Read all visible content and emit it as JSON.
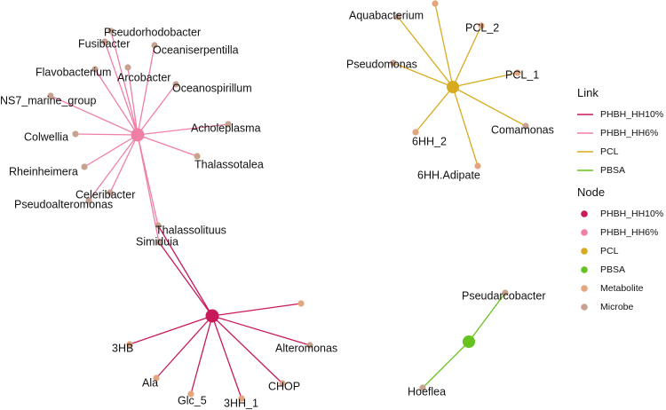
{
  "colors": {
    "PHBH_HH10%": "#c8195b",
    "PHBH_HH6%": "#f07fa6",
    "PCL": "#d8aa1e",
    "PBSA": "#66c21e",
    "Metabolite": "#e3a57d",
    "Microbe": "#c7a291"
  },
  "hubs": [
    {
      "id": "PHBH_HH6%"
    },
    {
      "id": "PHBH_HH10%"
    },
    {
      "id": "PCL"
    },
    {
      "id": "PBSA"
    }
  ],
  "nodes": [
    {
      "id": "pseudorhodobacter",
      "label": "Pseudorhodobacter",
      "kind": "Microbe",
      "hub": "PHBH_HH6%"
    },
    {
      "id": "fusibacter",
      "label": "Fusibacter",
      "kind": "Microbe",
      "hub": "PHBH_HH6%"
    },
    {
      "id": "oceaniserpentilla",
      "label": "Oceaniserpentilla",
      "kind": "Microbe",
      "hub": "PHBH_HH6%"
    },
    {
      "id": "flavobacterium",
      "label": "Flavobacterium",
      "kind": "Microbe",
      "hub": "PHBH_HH6%"
    },
    {
      "id": "arcobacter",
      "label": "Arcobacter",
      "kind": "Microbe",
      "hub": "PHBH_HH6%"
    },
    {
      "id": "oceanospirillum",
      "label": "Oceanospirillum",
      "kind": "Microbe",
      "hub": "PHBH_HH6%"
    },
    {
      "id": "ns7",
      "label": "NS7_marine_group",
      "kind": "Microbe",
      "hub": "PHBH_HH6%"
    },
    {
      "id": "acholeplasma",
      "label": "Acholeplasma",
      "kind": "Microbe",
      "hub": "PHBH_HH6%"
    },
    {
      "id": "colwellia",
      "label": "Colwellia",
      "kind": "Microbe",
      "hub": "PHBH_HH6%"
    },
    {
      "id": "thalassotalea",
      "label": "Thalassotalea",
      "kind": "Microbe",
      "hub": "PHBH_HH6%"
    },
    {
      "id": "rheinheimera",
      "label": "Rheinheimera",
      "kind": "Microbe",
      "hub": "PHBH_HH6%"
    },
    {
      "id": "celeribacter",
      "label": "Celeribacter",
      "kind": "Microbe",
      "hub": "PHBH_HH6%"
    },
    {
      "id": "pseudoalteromonas",
      "label": "Pseudoalteromonas",
      "kind": "Microbe",
      "hub": "PHBH_HH6%"
    },
    {
      "id": "thalassolituus",
      "label": "Thalassolituus",
      "kind": "Microbe",
      "hub": "PHBH_HH6%",
      "hub2": "PHBH_HH10%"
    },
    {
      "id": "simiduia",
      "label": "Simiduia",
      "kind": "Microbe",
      "hub": "PHBH_HH6%",
      "hub2": "PHBH_HH10%"
    },
    {
      "id": "met10",
      "label": "",
      "kind": "Metabolite",
      "hub": "PHBH_HH10%"
    },
    {
      "id": "3hb",
      "label": "3HB",
      "kind": "Metabolite",
      "hub": "PHBH_HH10%"
    },
    {
      "id": "alteromonas",
      "label": "Alteromonas",
      "kind": "Microbe",
      "hub": "PHBH_HH10%"
    },
    {
      "id": "ala",
      "label": "Ala",
      "kind": "Metabolite",
      "hub": "PHBH_HH10%"
    },
    {
      "id": "chop",
      "label": "CHOP",
      "kind": "Metabolite",
      "hub": "PHBH_HH10%"
    },
    {
      "id": "glc5",
      "label": "Glc_5",
      "kind": "Metabolite",
      "hub": "PHBH_HH10%"
    },
    {
      "id": "3hh1",
      "label": "3HH_1",
      "kind": "Metabolite",
      "hub": "PHBH_HH10%"
    },
    {
      "id": "aquabacterium",
      "label": "Aquabacterium",
      "kind": "Microbe",
      "hub": "PCL"
    },
    {
      "id": "metpcl",
      "label": "",
      "kind": "Metabolite",
      "hub": "PCL"
    },
    {
      "id": "pcl2",
      "label": "PCL_2",
      "kind": "Metabolite",
      "hub": "PCL"
    },
    {
      "id": "pseudomonas",
      "label": "Pseudomonas",
      "kind": "Microbe",
      "hub": "PCL"
    },
    {
      "id": "pcl1",
      "label": "PCL_1",
      "kind": "Metabolite",
      "hub": "PCL"
    },
    {
      "id": "comamonas",
      "label": "Comamonas",
      "kind": "Microbe",
      "hub": "PCL"
    },
    {
      "id": "6hh2",
      "label": "6HH_2",
      "kind": "Metabolite",
      "hub": "PCL"
    },
    {
      "id": "6hhadipate",
      "label": "6HH.Adipate",
      "kind": "Metabolite",
      "hub": "PCL"
    },
    {
      "id": "pseudarcobacter",
      "label": "Pseudarcobacter",
      "kind": "Microbe",
      "hub": "PBSA"
    },
    {
      "id": "hoeflea",
      "label": "Hoeflea",
      "kind": "Microbe",
      "hub": "PBSA"
    }
  ],
  "legend": {
    "link_title": "Link",
    "link_items": [
      "PHBH_HH10%",
      "PHBH_HH6%",
      "PCL",
      "PBSA"
    ],
    "node_title": "Node",
    "node_items": [
      "PHBH_HH10%",
      "PHBH_HH6%",
      "PCL",
      "PBSA",
      "Metabolite",
      "Microbe"
    ]
  }
}
